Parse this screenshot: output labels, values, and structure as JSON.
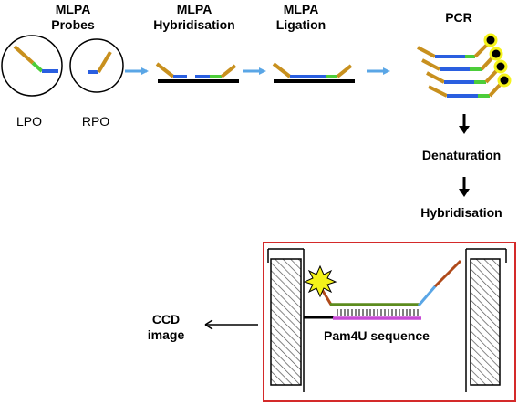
{
  "steps": {
    "probes": {
      "line1": "MLPA",
      "line2": "Probes"
    },
    "hybridisation": {
      "line1": "MLPA",
      "line2": "Hybridisation"
    },
    "ligation": {
      "line1": "MLPA",
      "line2": "Ligation"
    },
    "pcr": "PCR",
    "denaturation": "Denaturation",
    "hybridisation2": "Hybridisation"
  },
  "probe_labels": {
    "lpo": "LPO",
    "rpo": "RPO"
  },
  "detection": {
    "ccd_line1": "CCD",
    "ccd_line2": "image",
    "sequence_label": "Pam4U sequence"
  },
  "colors": {
    "tan": "#c8901e",
    "green": "#4ccd3a",
    "blue": "#2a5fe0",
    "arrow_blue": "#5aa6e6",
    "red_frame": "#d42a2a",
    "magenta": "#c84ad6",
    "olive": "#5c8c1e",
    "rust": "#b04a1a",
    "star": "#f4f21a"
  }
}
